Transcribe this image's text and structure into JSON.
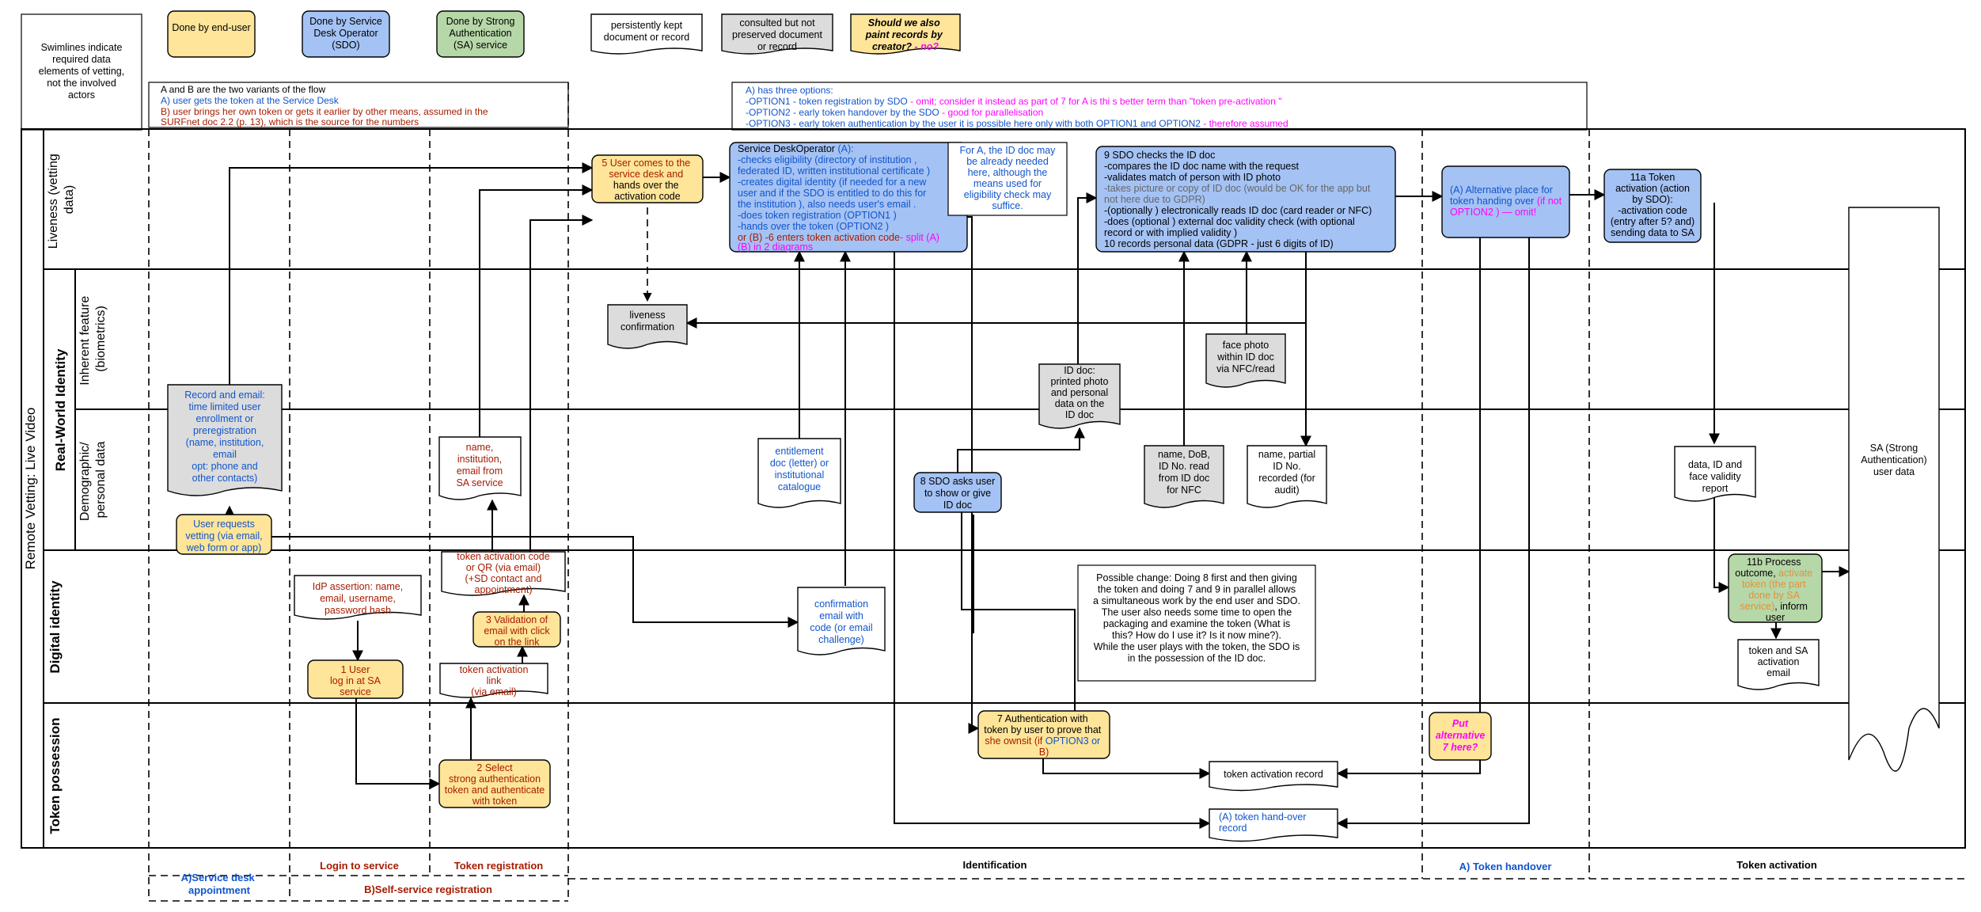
{
  "legend": {
    "swimlines_note": [
      "Swimlines indicate",
      "required data",
      "elements of vetting,",
      "not the involved",
      "actors"
    ],
    "end_user": [
      "Done by end-user"
    ],
    "sdo": [
      "Done by Service",
      "Desk Operator",
      "(SDO)"
    ],
    "sa": [
      "Done by Strong",
      "Authentication",
      "(SA) service"
    ],
    "kept_doc": [
      "persistently kept",
      "document or record"
    ],
    "consulted_doc": [
      "consulted but not",
      "preserved document",
      "or record"
    ],
    "question": [
      "Should we also",
      "paint records by",
      "creator? ",
      "- no?"
    ]
  },
  "variants_note": {
    "title": "A and B are the two variants of the flow",
    "a": "A) user gets the token at the Service  Desk",
    "b1": "B) user brings her own token or gets it earlier  by other means, assumed in the",
    "b2": "SURFnet doc 2.2 (p. 13), which is the source for the numbers"
  },
  "options_note": {
    "title": "A) has three  options:",
    "o1_a": "-OPTION1  - token registration  by SDO ",
    "o1_b": "- omit; consider it  instead  as part of 7 for A  is thi s better term than \"token pre-activation \"",
    "o2_a": "-OPTION2  - early token handover  by the SDO ",
    "o2_b": "- good for parallelisation",
    "o3_a": "-OPTION3  - early token authentication   by the user it is possible here only with both OPTION1  and OPTION2 ",
    "o3_b": " - therefore  assumed"
  },
  "lanes": {
    "outer": "Remote Vetting: Live Video",
    "real_world": "Real-World Identity",
    "liveness": [
      "Liveness (vetting",
      "data)"
    ],
    "inherent": [
      "Inherent feature",
      "(biometrics)"
    ],
    "demographic": [
      "Demographic/",
      "personal data"
    ],
    "digital": "Digital identity",
    "token": "Token possession"
  },
  "phases": {
    "service_desk": [
      "A)Service desk",
      "appointment"
    ],
    "login": "Login to service",
    "token_registration": "Token registration",
    "self_service": "B)Self-service registration",
    "identification": "Identification",
    "token_handover": "A) Token handover",
    "token_activation": "Token activation"
  },
  "nodes": {
    "record_email": [
      "Record and email:",
      "time limited user",
      "enrollment or",
      "preregistration",
      "(name, institution,",
      "email",
      "opt: phone and",
      "other contacts)"
    ],
    "user_requests": [
      "User requests",
      "vetting (via email,",
      "web form or app)"
    ],
    "idp_assertion": [
      "IdP assertion: name,",
      "email, username,",
      "password hash"
    ],
    "user_login": [
      "1 User",
      "log in at SA",
      "service"
    ],
    "sa_name": [
      "name,",
      "institution,",
      "email from",
      "SA service"
    ],
    "activation_code_doc": [
      "token activation code",
      "or QR (via email)",
      "(+SD contact and",
      "appointment)"
    ],
    "validation_email": [
      "3 Validation of",
      "email with click",
      "on the link"
    ],
    "activation_link": [
      "token activation",
      "link",
      "(via email)"
    ],
    "select_token": [
      "2 Select",
      "strong authentication",
      "token and authenticate",
      "with token"
    ],
    "user_comes": [
      "5 User comes to the",
      "service desk and",
      "hands over the",
      "activation code"
    ],
    "liveness_confirmation": [
      "liveness",
      "confirmation"
    ],
    "sdo_main": {
      "l1": "Service  DeskOperator ",
      "l1b": "(A):",
      "l2": "-checks eligibility   (directory  of institution ,",
      "l3": "federated  ID, written institutional  certificate  )",
      "l4": "-creates digital identity  (if needed for a new",
      "l5": "user and if the SDO is entitled  to do this for",
      "l6": "the institution ), also needs user's email .",
      "l7": "-does token registration (OPTION1 )",
      "l8": "-hands over the token (OPTION2 )",
      "l9": "or (B) -6 enters token activation   code",
      "l9b": "- split (A)",
      "l10": "(B) in 2 diagrams"
    },
    "for_a_note": [
      "For A, the ID doc may",
      "be already needed",
      "here, although the",
      "means used for",
      "eligibility check may",
      "suffice."
    ],
    "entitlement_doc": [
      "entitlement",
      "doc (letter) or",
      "institutional",
      "catalogue"
    ],
    "confirmation_email": [
      "confirmation",
      "email with",
      "code  (or email",
      "challenge)"
    ],
    "sdo_asks": [
      "8 SDO asks user",
      "to show or give",
      "ID doc"
    ],
    "id_doc": [
      "ID doc:",
      "printed photo",
      "and personal",
      "data on the",
      "ID doc"
    ],
    "sdo_checks": {
      "l1": "9 SDO checks the ID doc",
      "l2": "-compares the ID doc name with the request",
      "l3": "-validates  match of person with ID photo",
      "l4": "-takes picture  or copy of ID doc (would be OK for the app but",
      "l5": "not here due to GDPR)",
      "l6": "-(optionally ) electronically   reads ID doc (card reader or NFC)",
      "l7": "-does (optional ) external  doc validity   check (with optional",
      "l8": "record or with implied  validity  )",
      "l9": "10 records personal data (GDPR - just 6 digits of ID)"
    },
    "face_photo": [
      "face photo",
      "within ID doc",
      "via NFC/read"
    ],
    "name_dob": [
      "name, DoB,",
      "ID No. read",
      "from ID doc",
      "for NFC"
    ],
    "name_partial": [
      "name, partial",
      "ID No.",
      "recorded (for",
      "audit)"
    ],
    "possible_change": [
      "Possible change: Doing 8 first and then giving",
      "the token and doing 7 and 9 in parallel allows",
      "a simultaneous work by the end user and SDO.",
      "The user also needs some time to open the",
      "packaging and examine the token  (What is",
      "this? How do I use it? Is it now mine?).",
      "",
      "While the user plays with the token, the SDO is",
      "in the possession of the ID doc."
    ],
    "auth_token": {
      "l1": "7 Authentication with",
      "l2": "token by user to prove that",
      "l3a": "she ownsit (if ",
      "l3b": "OPTION3 or",
      "l4": "B)"
    },
    "token_activation_record": [
      "token activation  record"
    ],
    "token_handover_record": [
      "(A) token hand-over",
      "record"
    ],
    "alt_place": {
      "l1": "(A) Alternative   place  for",
      "l2a": "token handing  over ",
      "l2b": "(if not",
      "l3": "OPTION2 ) — omit!"
    },
    "put_alt": [
      "Put",
      "alternative",
      "7 here?"
    ],
    "token_activation_sdo": [
      "11a Token",
      "activation (action",
      "by SDO):",
      "-activation code",
      "(entry after 5? and)",
      "sending data to SA"
    ],
    "data_id_face": [
      "data, ID and",
      "face validity",
      "report"
    ],
    "process_outcome": {
      "l1": "11b Process",
      "l2a": "outcome, ",
      "l2b": "activate",
      "l3": "token (the part",
      "l4": "done by SA",
      "l5a": "service)",
      "l5b": ", inform",
      "l6": "user"
    },
    "token_sa_email": [
      "token and SA",
      "activation",
      "email"
    ],
    "sa_user_data": [
      "SA (Strong",
      "Authentication)",
      "user data"
    ]
  },
  "colors": {
    "end_user_fill": "#ffe599",
    "sdo_fill": "#a4c2f4",
    "sa_fill": "#b6d7a8",
    "consulted_fill": "#dcdcdc",
    "blue_text": "#1155cc",
    "red_text": "#a61c00",
    "magenta_text": "#ff00ff",
    "orange_text": "#e69138"
  }
}
